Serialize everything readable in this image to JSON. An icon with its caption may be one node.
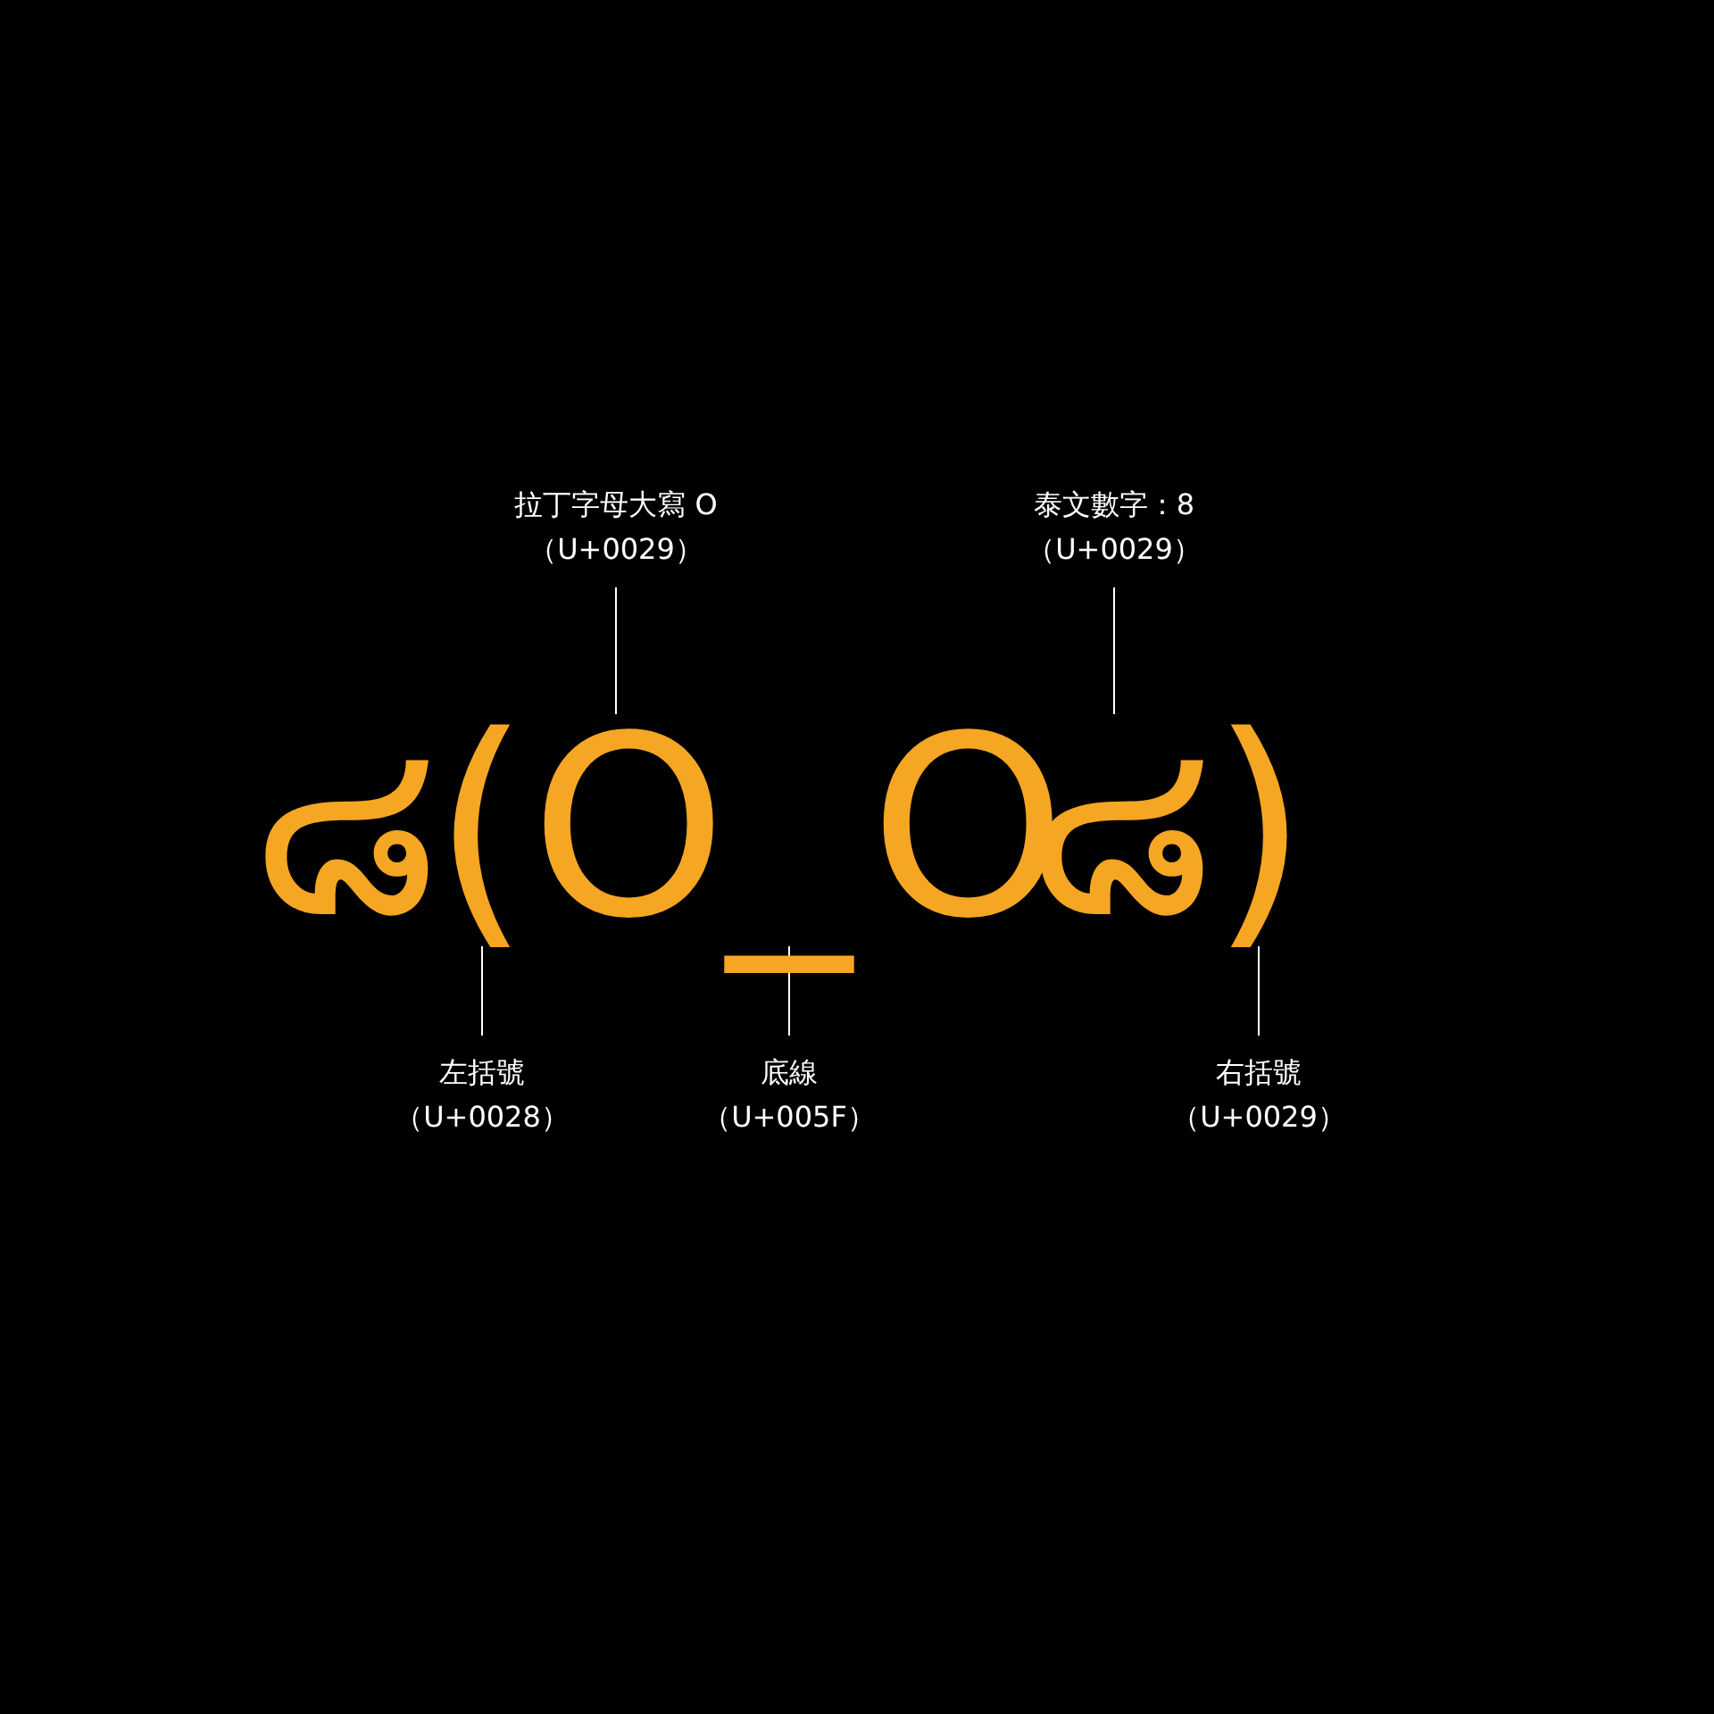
{
  "diagram": {
    "nodes": [
      {
        "text": [
          "拉丁字母大寫 O",
          "（U+0029）"
        ]
      },
      {
        "text": [
          "泰文數字：8",
          "（U+0029）"
        ]
      },
      {
        "text": [
          "๘"
        ]
      },
      {
        "text": [
          "("
        ]
      },
      {
        "text": [
          "O"
        ]
      },
      {
        "text": [
          "_"
        ]
      },
      {
        "text": [
          "O"
        ]
      },
      {
        "text": [
          "๘"
        ]
      },
      {
        "text": [
          ")"
        ]
      },
      {
        "text": [
          "左括號",
          "（U+0028）"
        ]
      },
      {
        "text": [
          "底線",
          "（U+005F）"
        ]
      },
      {
        "text": [
          "右括號",
          "（U+0029）"
        ]
      }
    ],
    "edges": [
      {
        "from": 0,
        "to": 4,
        "arrow": "none"
      },
      {
        "from": 1,
        "to": 7,
        "arrow": "none"
      },
      {
        "from": 9,
        "to": 3,
        "arrow": "none"
      },
      {
        "from": 10,
        "to": 5,
        "arrow": "none"
      },
      {
        "from": 11,
        "to": 8,
        "arrow": "none"
      }
    ]
  }
}
